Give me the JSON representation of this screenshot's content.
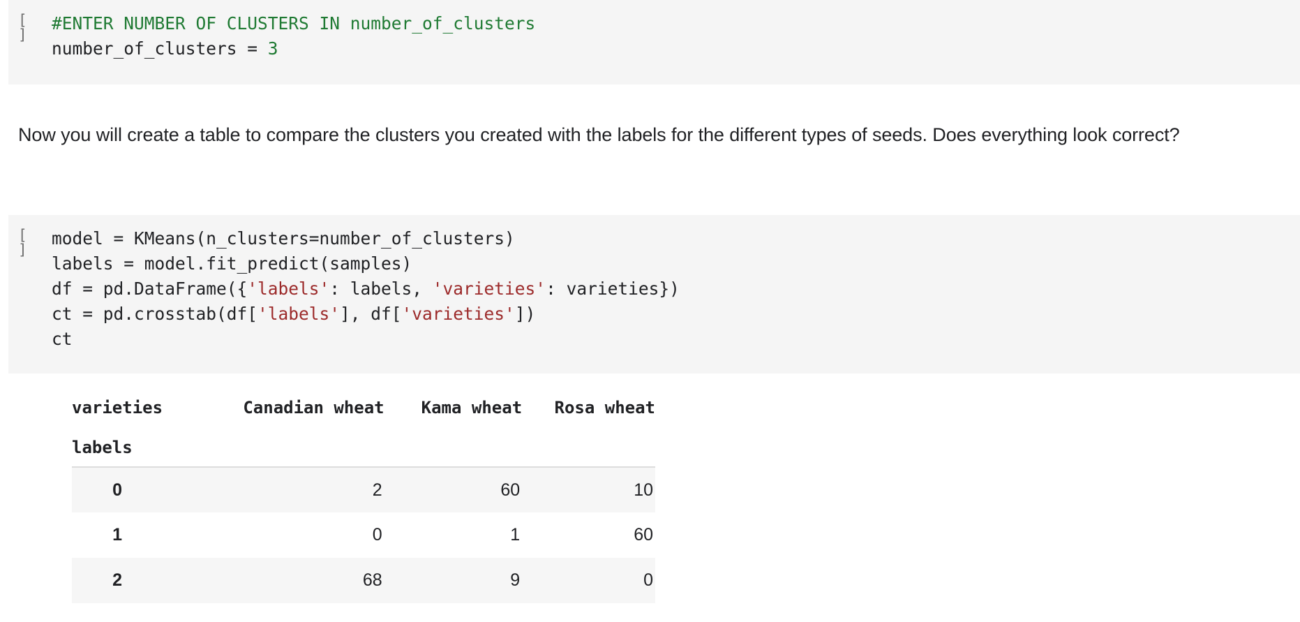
{
  "cells": [
    {
      "id": "cell-1",
      "prompt": "[ ]",
      "lines": [
        [
          {
            "t": "comment",
            "s": "#ENTER NUMBER OF CLUSTERS IN number_of_clusters"
          }
        ],
        [
          {
            "t": "plain",
            "s": "number_of_clusters = "
          },
          {
            "t": "num",
            "s": "3"
          }
        ]
      ]
    },
    {
      "id": "cell-2",
      "prompt": "[ ]",
      "lines": [
        [
          {
            "t": "plain",
            "s": "model = KMeans(n_clusters=number_of_clusters)"
          }
        ],
        [
          {
            "t": "plain",
            "s": "labels = model.fit_predict(samples)"
          }
        ],
        [
          {
            "t": "plain",
            "s": "df = pd.DataFrame({"
          },
          {
            "t": "str",
            "s": "'labels'"
          },
          {
            "t": "plain",
            "s": ": labels, "
          },
          {
            "t": "str",
            "s": "'varieties'"
          },
          {
            "t": "plain",
            "s": ": varieties})"
          }
        ],
        [
          {
            "t": "plain",
            "s": "ct = pd.crosstab(df["
          },
          {
            "t": "str",
            "s": "'labels'"
          },
          {
            "t": "plain",
            "s": "], df["
          },
          {
            "t": "str",
            "s": "'varieties'"
          },
          {
            "t": "plain",
            "s": "])"
          }
        ],
        [
          {
            "t": "plain",
            "s": "ct"
          }
        ]
      ]
    }
  ],
  "markdown": {
    "text": "Now you will create a table to compare the clusters you created with the labels for the different types of seeds. Does everything look correct?"
  },
  "output_table": {
    "columns_index_name": "varieties",
    "rows_index_name": "labels",
    "columns": [
      "Canadian wheat",
      "Kama wheat",
      "Rosa wheat"
    ],
    "row_labels": [
      "0",
      "1",
      "2"
    ],
    "rows": [
      [
        "2",
        "60",
        "10"
      ],
      [
        "0",
        "1",
        "60"
      ],
      [
        "68",
        "9",
        "0"
      ]
    ]
  },
  "colors": {
    "code_background": "#f5f5f5",
    "page_background": "#ffffff",
    "comment_green": "#1f7a33",
    "string_red": "#9c2a2a",
    "text_primary": "#202124",
    "prompt_gray": "#6e6e6e",
    "table_shade": "#f6f6f6",
    "table_border": "#dcdcdc"
  }
}
